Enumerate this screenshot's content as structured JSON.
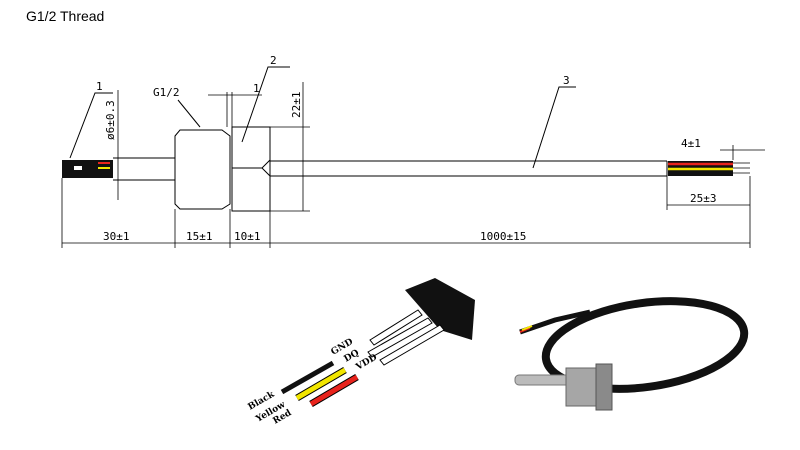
{
  "title": "G1/2 Thread",
  "drawing": {
    "callouts": [
      "1",
      "2",
      "3"
    ],
    "thread_label": "G1/2",
    "dims": {
      "diameter": "ø6±0.3",
      "gap": "1",
      "height": "22±1",
      "probe_length": "30±1",
      "thread_length": "15±1",
      "hex_length": "10±1",
      "cable_length": "1000±15",
      "strip_short": "4±1",
      "strip_long": "25±3"
    },
    "wire_colors": {
      "red": "#e8231c",
      "yellow": "#f2e600",
      "black": "#111111"
    }
  },
  "pinout": {
    "pins": [
      "GND",
      "DQ",
      "VDD"
    ],
    "wires": [
      "Black",
      "Yellow",
      "Red"
    ]
  }
}
